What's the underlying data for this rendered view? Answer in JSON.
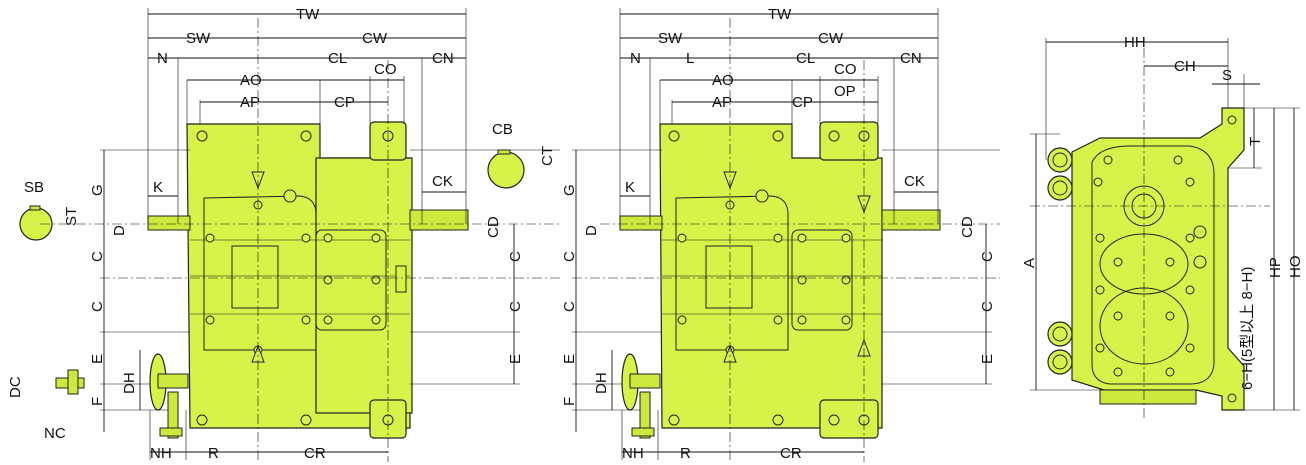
{
  "colors": {
    "body": "#d9f24a",
    "line": "#222222",
    "background": "#ffffff"
  },
  "views": {
    "left": {
      "top_dims": [
        "TW",
        "SW",
        "CW",
        "N",
        "CL",
        "CN",
        "AO",
        "CO",
        "AP",
        "CP"
      ],
      "side_dims": [
        "G",
        "K",
        "D",
        "C",
        "C",
        "E",
        "DH",
        "F",
        "CK",
        "CD",
        "C",
        "C",
        "E"
      ],
      "bottom_dims": [
        "NH",
        "R",
        "CR"
      ],
      "shaft_callouts": [
        "SB",
        "ST",
        "CB",
        "CT",
        "DC",
        "NC"
      ]
    },
    "middle": {
      "top_dims": [
        "TW",
        "SW",
        "CW",
        "N",
        "L",
        "CL",
        "CN",
        "AO",
        "CO",
        "AP",
        "CP",
        "OP"
      ],
      "side_dims": [
        "G",
        "K",
        "D",
        "C",
        "C",
        "E",
        "DH",
        "F",
        "CK",
        "CD",
        "C",
        "C",
        "E"
      ],
      "bottom_dims": [
        "NH",
        "R",
        "CR"
      ]
    },
    "right": {
      "top_dims": [
        "HH",
        "CH",
        "S"
      ],
      "side_dims": [
        "T",
        "A",
        "HP",
        "HO"
      ],
      "hole_note": "6−H(5型以上 8−H)"
    }
  }
}
